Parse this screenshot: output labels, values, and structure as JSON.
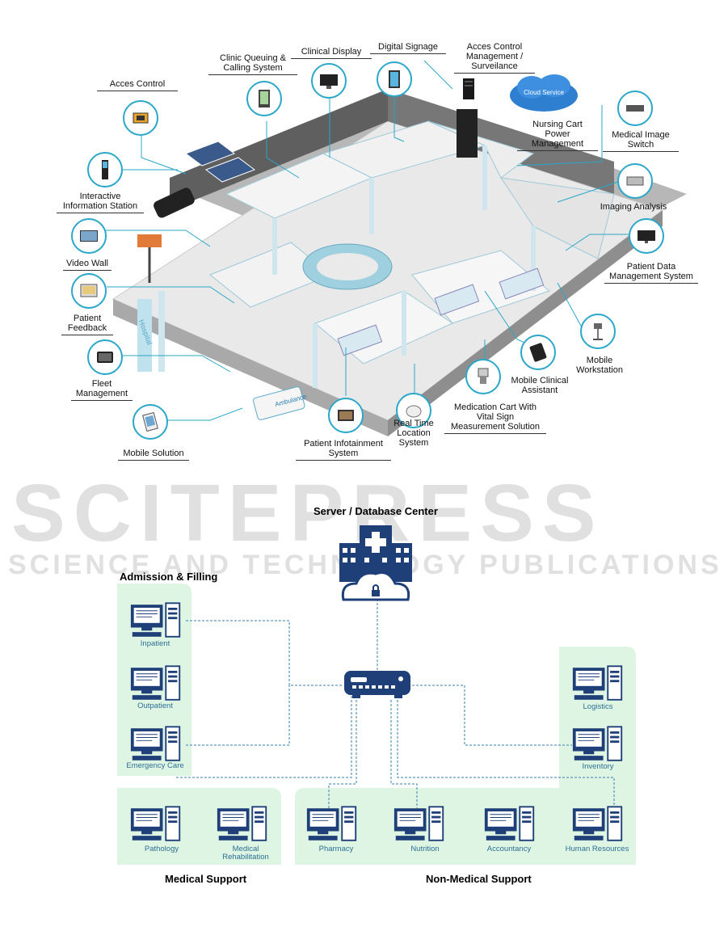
{
  "top_labels": {
    "acces_control": "Acces Control",
    "clinic_queuing": "Clinic Queuing &\nCalling System",
    "clinical_display": "Clinical Display",
    "digital_signage": "Digital Signage",
    "acces_control_mgmt": "Acces Control\nManagement /\nSurveilance",
    "cloud_service": "Cloud Service",
    "nursing_cart": "Nursing Cart\nPower\nManagement",
    "medical_image_switch": "Medical Image\nSwitch",
    "interactive_station": "Interactive\nInformation Station",
    "imaging_analysis": "Imaging Analysis",
    "video_wall": "Video Wall",
    "patient_data": "Patient Data\nManagement System",
    "patient_feedback": "Patient\nFeedback",
    "mobile_workstation": "Mobile\nWorkstation",
    "fleet_management": "Fleet\nManagement",
    "mobile_clinical": "Mobile Clinical\nAssistant",
    "medication_cart": "Medication Cart With\nVital Sign\nMeasurement Solution",
    "realtime_location": "Real Time\nLocation\nSystem",
    "patient_infotainment": "Patient Infotainment\nSystem",
    "mobile_solution": "Mobile Solution",
    "building_sign_hospital": "Hospital",
    "ambulance": "Ambulance"
  },
  "watermark": {
    "big": "SCITEPRESS",
    "small": "SCIENCE AND TECHNOLOGY PUBLICATIONS"
  },
  "network": {
    "server_title": "Server / Database Center",
    "admission_title": "Admission & Filling",
    "medical_support_title": "Medical Support",
    "non_medical_title": "Non-Medical Support",
    "admission_nodes": [
      "Inpatient",
      "Outpatient",
      "Emergency Care"
    ],
    "medical_nodes": [
      "Pathology",
      "Medical\nRehabilitation"
    ],
    "non_medical_nodes": [
      "Pharmacy",
      "Nutrition",
      "Accountancy",
      "Human Resources"
    ],
    "right_nodes": [
      "Logistics",
      "Inventory"
    ]
  },
  "colors": {
    "accent": "#2aa7c9",
    "zone_fill": "#dff5e3",
    "network_blue": "#1f3f78",
    "line_blue": "#3a7fb0"
  }
}
